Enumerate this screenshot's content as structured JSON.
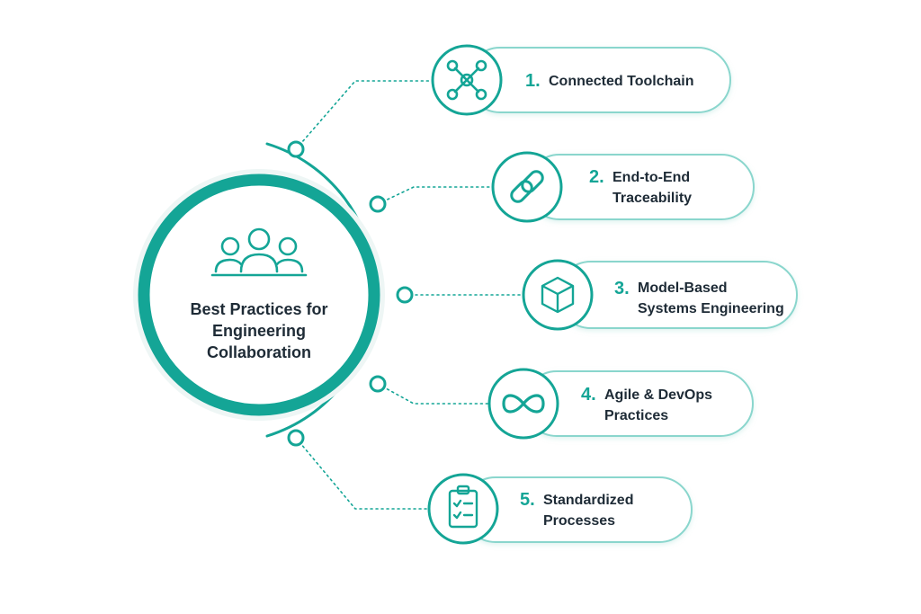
{
  "hub": {
    "title_lines": [
      "Best Practices for",
      "Engineering",
      "Collaboration"
    ],
    "icon": "team-icon"
  },
  "items": [
    {
      "number": "1.",
      "lines": [
        "Connected Toolchain"
      ],
      "icon": "network-nodes-icon"
    },
    {
      "number": "2.",
      "lines": [
        "End-to-End",
        "Traceability"
      ],
      "icon": "chain-link-icon"
    },
    {
      "number": "3.",
      "lines": [
        "Model-Based",
        "Systems Engineering"
      ],
      "icon": "cube-icon"
    },
    {
      "number": "4.",
      "lines": [
        "Agile & DevOps",
        "Practices"
      ],
      "icon": "infinity-icon"
    },
    {
      "number": "5.",
      "lines": [
        "Standardized",
        "Processes"
      ],
      "icon": "clipboard-checklist-icon"
    }
  ],
  "colors": {
    "accent": "#14a596",
    "accent_light": "#8ad6cd",
    "text": "#1e2b36",
    "hub_glow": "#e6f4f2"
  }
}
